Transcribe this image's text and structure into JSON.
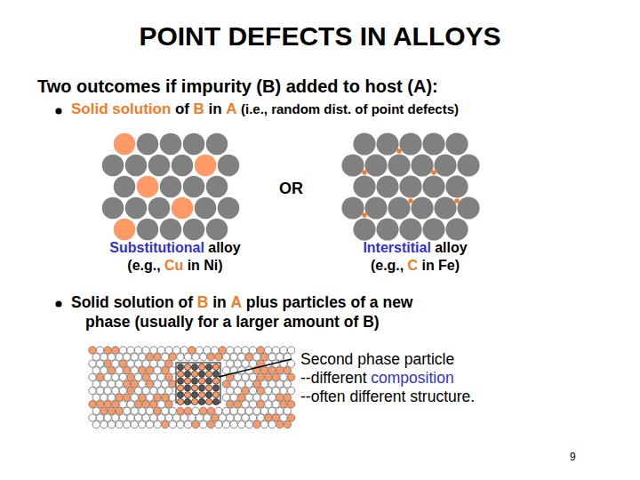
{
  "diagram": {
    "title": "POINT DEFECTS IN ALLOYS",
    "labels": [
      "Two outcomes if impurity (B) added to host (A):",
      "Solid solution",
      "of",
      "B",
      "in",
      "A",
      "(i.e., random dist. of point defects)",
      "Substitutional",
      "alloy",
      "(e.g.,",
      "Cu",
      "in Ni)",
      "OR",
      "Interstitial",
      "alloy",
      "(e.g.,",
      "C",
      "in Fe)",
      "Solid solution of",
      "B",
      "in",
      "A",
      "plus particles of a new",
      "phase (usually for a larger amount of B)",
      "Second phase particle",
      "--different",
      "composition",
      "--often different structure.",
      "9"
    ]
  }
}
